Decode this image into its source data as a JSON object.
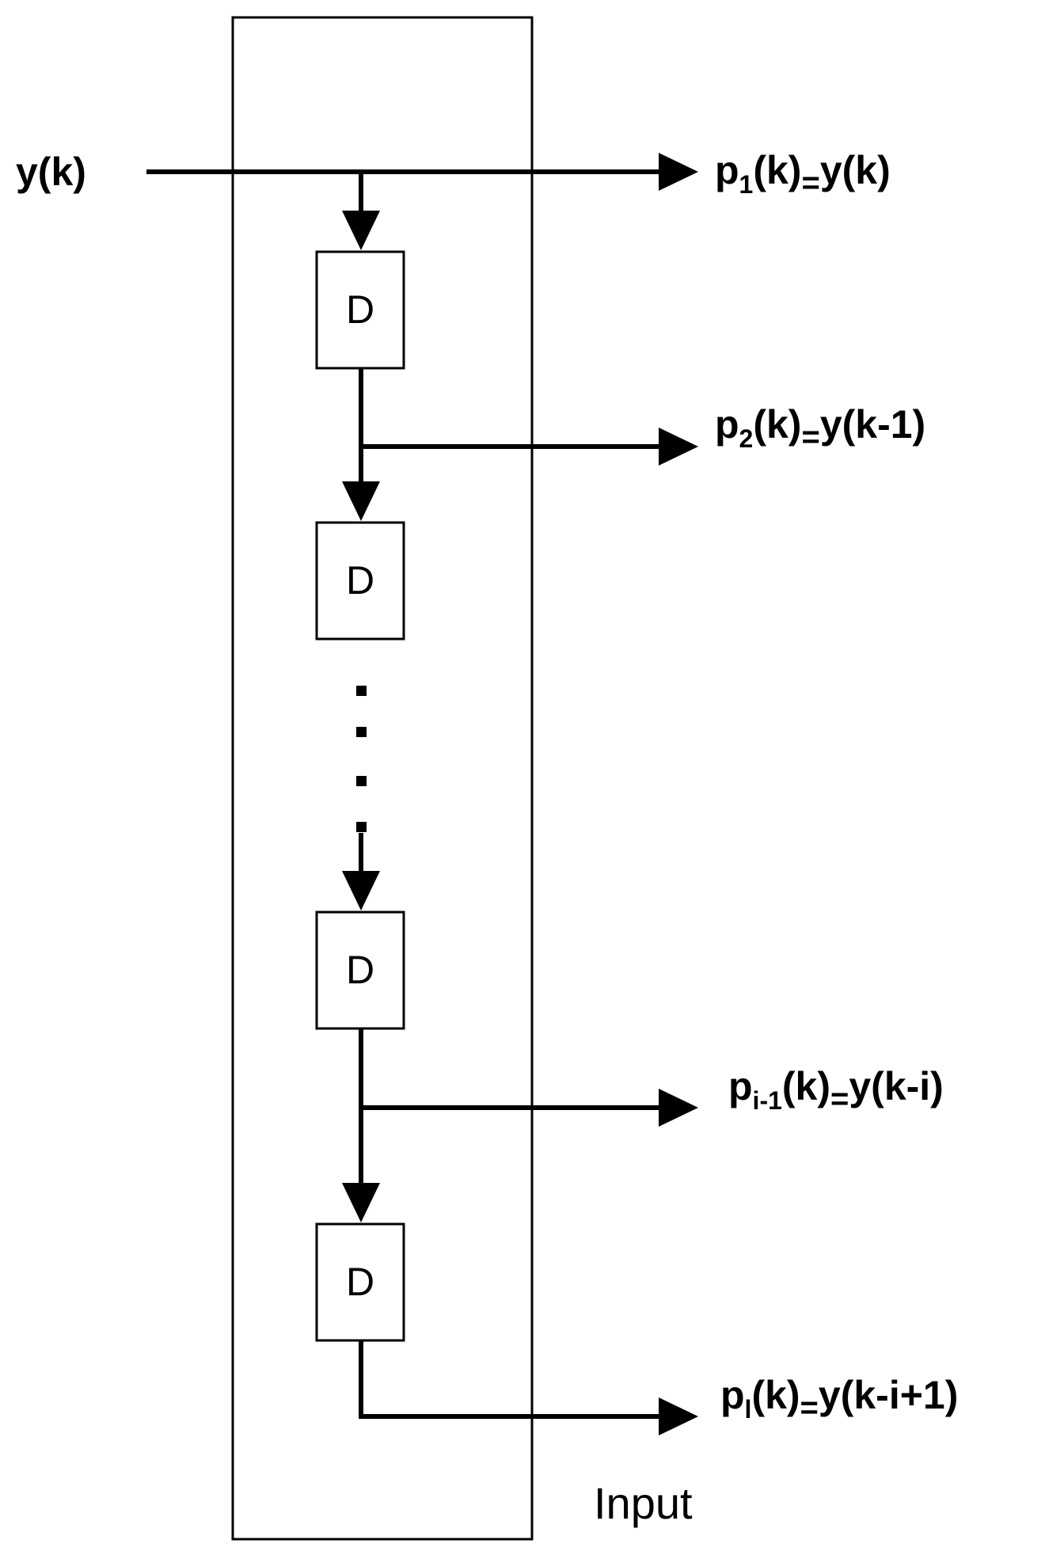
{
  "input_signal": "y(k)",
  "delay_label": "D",
  "block_label": "Input",
  "outputs": [
    {
      "p": "p",
      "sub": "1",
      "args": "(k)",
      "eq": "=",
      "rhs": "y(k)"
    },
    {
      "p": "p",
      "sub": "2",
      "args": "(k)",
      "eq": "=",
      "rhs": "y(k-1)"
    },
    {
      "p": "p",
      "sub": "i-1",
      "args": "(k)",
      "eq": "=",
      "rhs": "y(k-i)"
    },
    {
      "p": "p",
      "sub": "l",
      "args": "(k)",
      "eq": "=",
      "rhs": "y(k-i+1)"
    }
  ]
}
